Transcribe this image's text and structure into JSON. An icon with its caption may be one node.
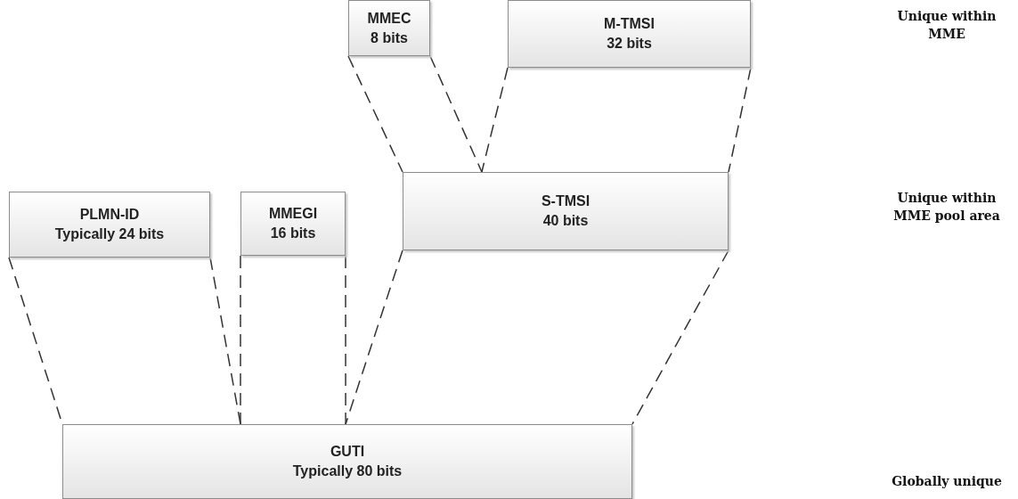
{
  "diagram": {
    "nodes": [
      {
        "text": [
          "MMEC",
          "8 bits"
        ]
      },
      {
        "text": [
          "M-TMSI",
          "32 bits"
        ]
      },
      {
        "text": [
          "PLMN-ID",
          "Typically 24 bits"
        ]
      },
      {
        "text": [
          "MMEGI",
          "16 bits"
        ]
      },
      {
        "text": [
          "S-TMSI",
          "40 bits"
        ]
      },
      {
        "text": [
          "GUTI",
          "Typically 80 bits"
        ]
      }
    ],
    "edges": [
      {
        "from": 0,
        "to": 4,
        "arrow": "none",
        "style": "dashed"
      },
      {
        "from": 0,
        "to": 4,
        "arrow": "none",
        "style": "dashed"
      },
      {
        "from": 1,
        "to": 4,
        "arrow": "none",
        "style": "dashed"
      },
      {
        "from": 1,
        "to": 4,
        "arrow": "none",
        "style": "dashed"
      },
      {
        "from": 2,
        "to": 5,
        "arrow": "none",
        "style": "dashed"
      },
      {
        "from": 2,
        "to": 5,
        "arrow": "none",
        "style": "dashed"
      },
      {
        "from": 3,
        "to": 5,
        "arrow": "none",
        "style": "dashed"
      },
      {
        "from": 3,
        "to": 5,
        "arrow": "none",
        "style": "dashed"
      },
      {
        "from": 4,
        "to": 5,
        "arrow": "none",
        "style": "dashed"
      },
      {
        "from": 4,
        "to": 5,
        "arrow": "none",
        "style": "dashed"
      }
    ],
    "labels": [
      "Unique within MME",
      "Unique within MME pool area",
      "Globally unique"
    ]
  }
}
